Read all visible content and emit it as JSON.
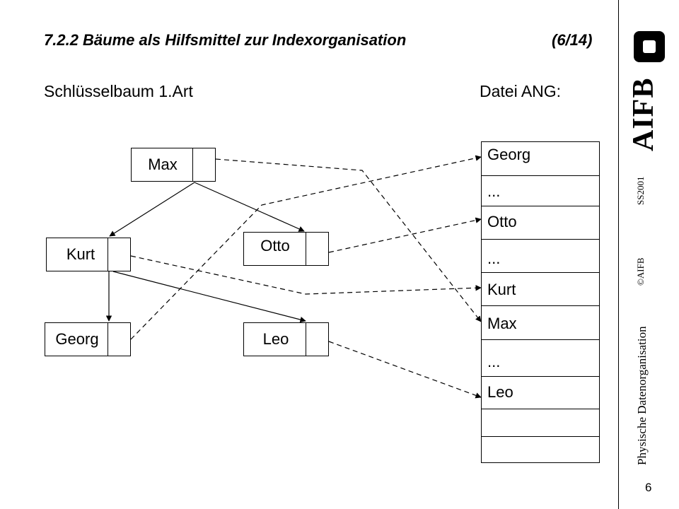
{
  "slide": {
    "title": "7.2.2  Bäume als Hilfsmittel zur Indexorganisation",
    "page_of": "(6/14)",
    "left_heading": "Schlüsselbaum 1.Art",
    "right_heading": "Datei ANG:",
    "page_number": "6"
  },
  "sidebar": {
    "logo_text": "AIFB",
    "semester": "SS2001",
    "copyright": "©AIFB",
    "course": "Physische Datenorganisation"
  },
  "tree": {
    "nodes": [
      {
        "id": "max",
        "key": "Max"
      },
      {
        "id": "kurt",
        "key": "Kurt"
      },
      {
        "id": "otto",
        "key": "Otto"
      },
      {
        "id": "georg",
        "key": "Georg"
      },
      {
        "id": "leo",
        "key": "Leo"
      }
    ]
  },
  "file_ang": {
    "records": [
      "Georg",
      "...",
      "Otto",
      "...",
      "Kurt",
      "Max",
      "...",
      "Leo",
      "",
      ""
    ]
  }
}
